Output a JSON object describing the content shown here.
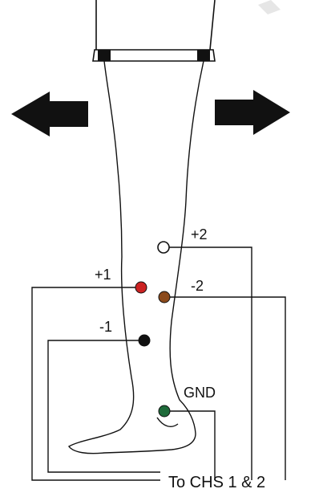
{
  "labels": {
    "plus2": "+2",
    "plus1": "+1",
    "minus2": "-2",
    "minus1": "-1",
    "gnd": "GND",
    "channels": "To CHS 1 & 2"
  },
  "electrodes": {
    "plus2": {
      "color": "#ffffff"
    },
    "plus1": {
      "color": "#cc2222"
    },
    "minus2": {
      "color": "#8b4a1c"
    },
    "minus1": {
      "color": "#111111"
    },
    "gnd": {
      "color": "#1f6b3a"
    }
  },
  "colors": {
    "outline": "#111111",
    "arrow": "#111111",
    "background": "#ffffff"
  },
  "icons": {
    "left_arrow": "arrow-left-icon",
    "right_arrow": "arrow-right-icon"
  }
}
